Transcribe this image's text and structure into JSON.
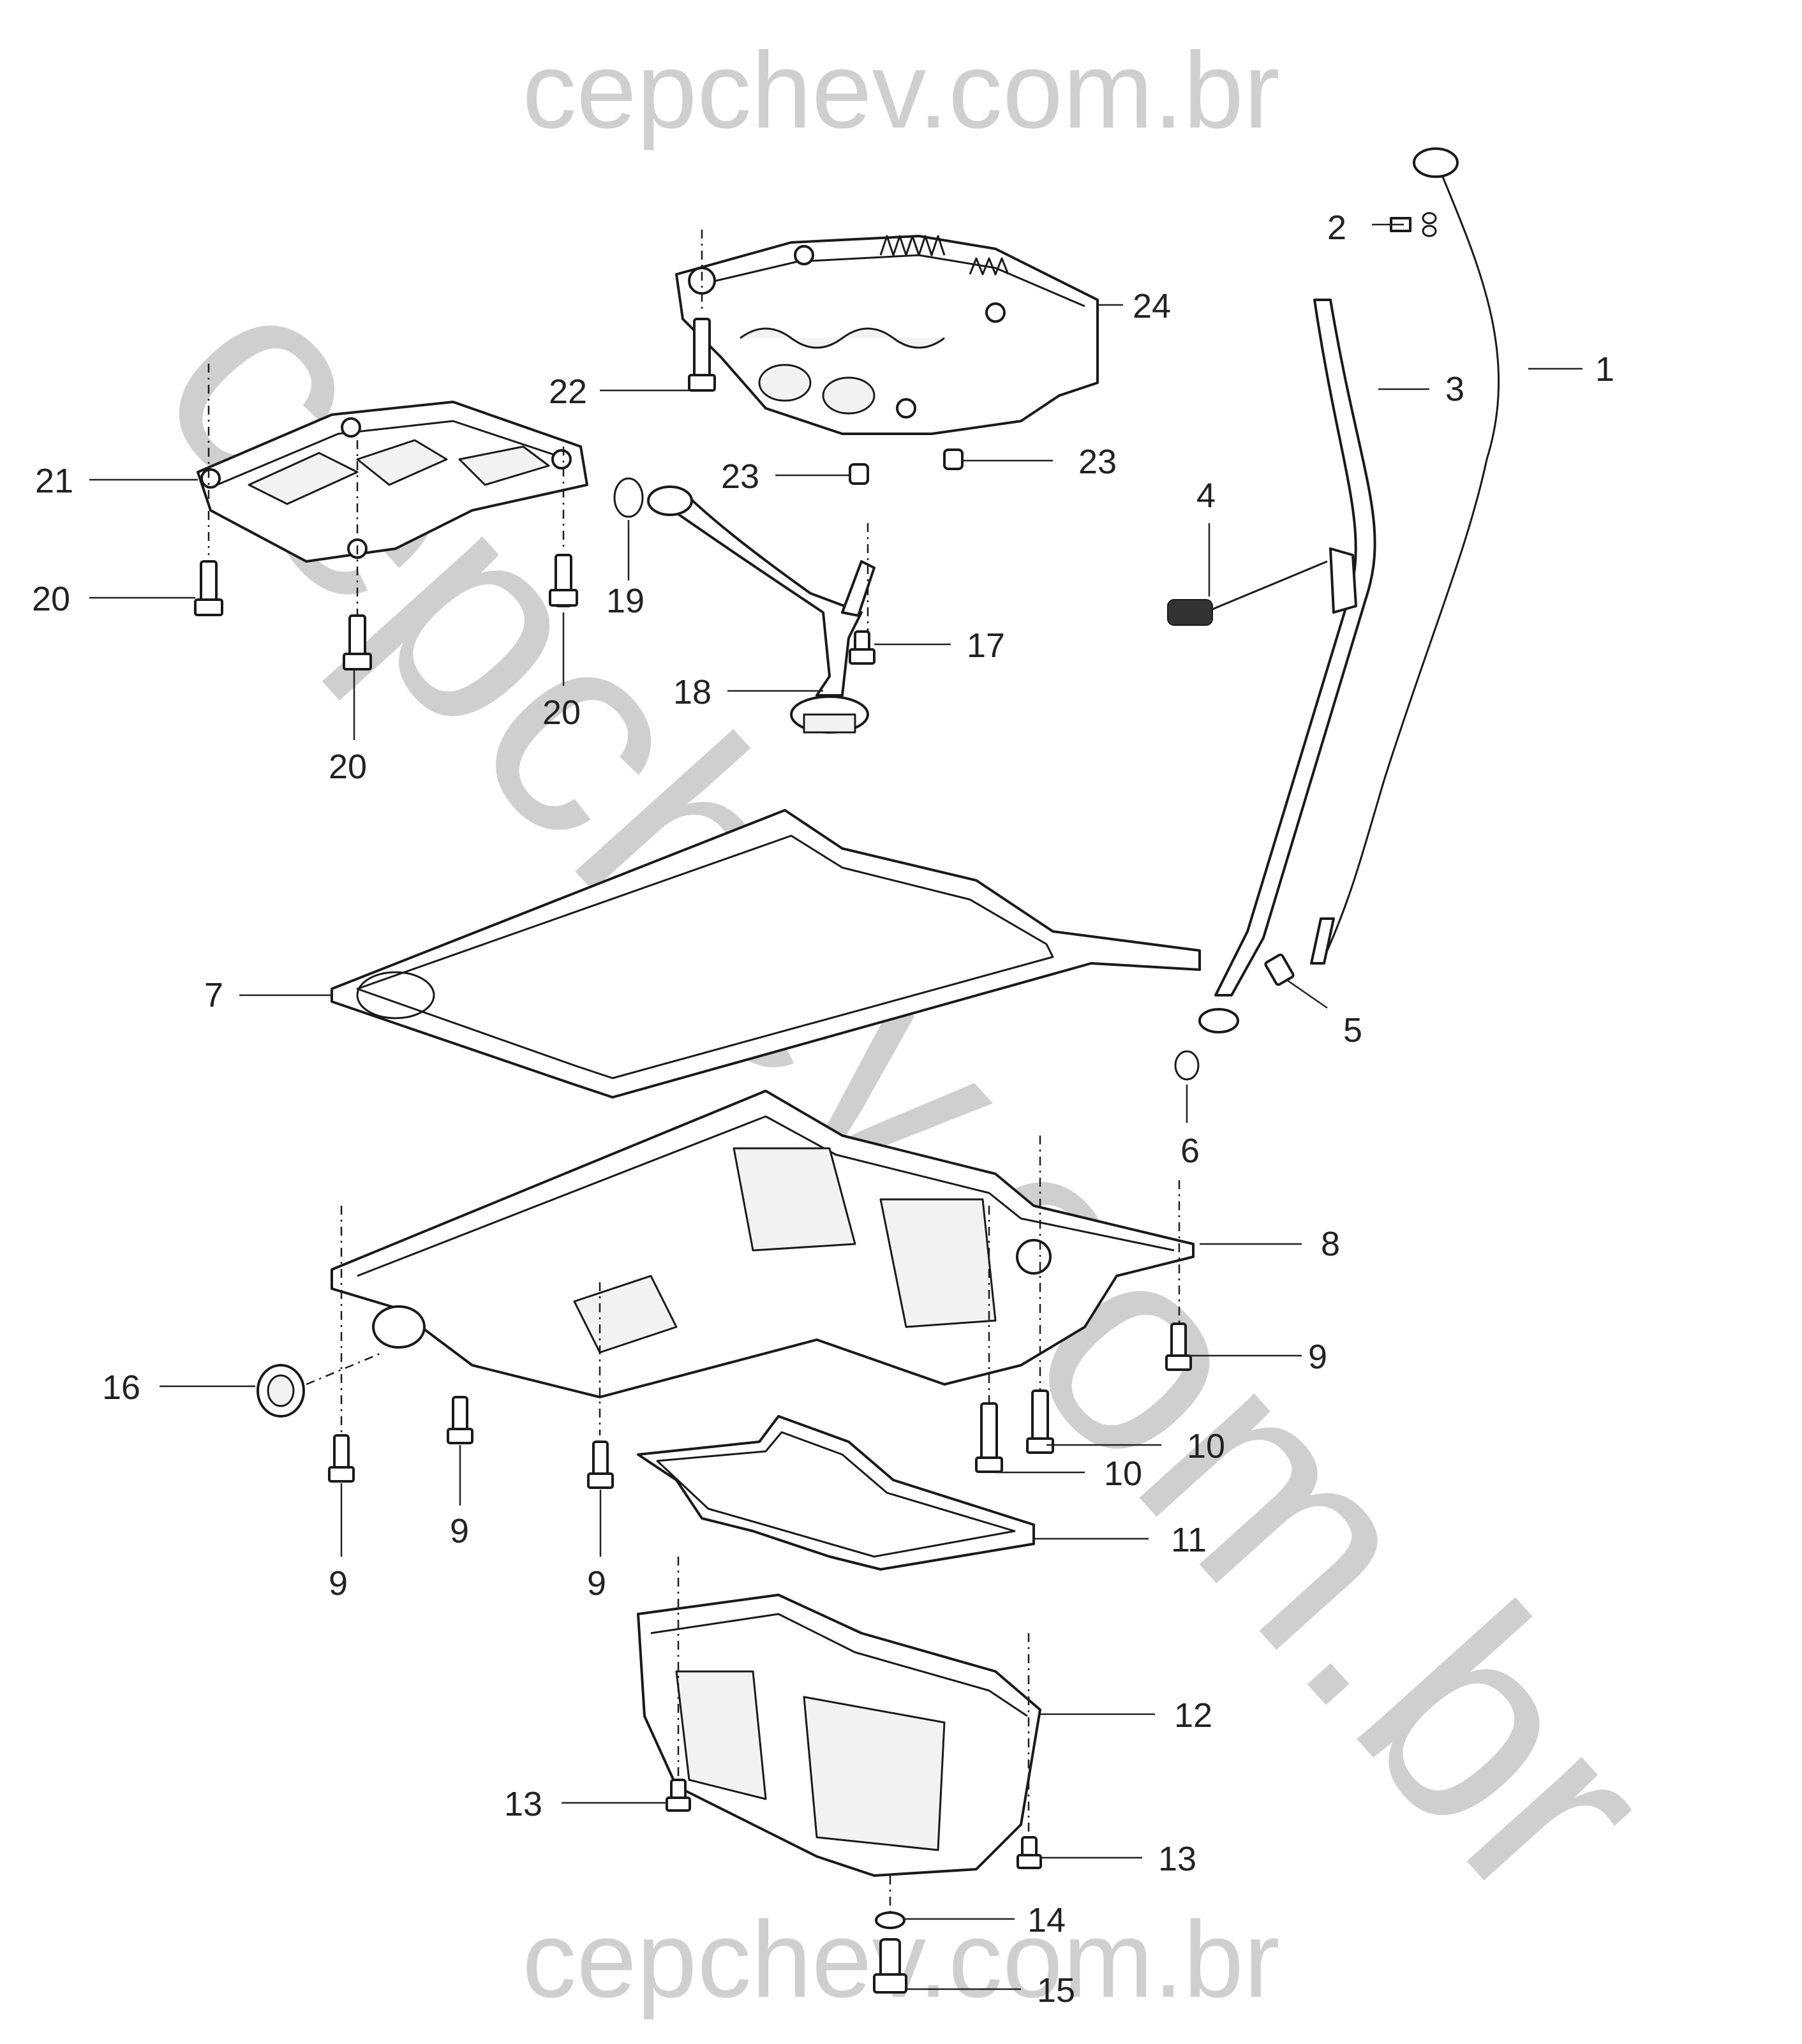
{
  "watermark": {
    "top": "cepchev.com.br",
    "bottom": "cepchev.com.br",
    "diagonal": "cepchev.com.br"
  },
  "callouts": {
    "c1": "1",
    "c2": "2",
    "c3": "3",
    "c4": "4",
    "c5": "5",
    "c6": "6",
    "c7": "7",
    "c8": "8",
    "c9a": "9",
    "c9b": "9",
    "c9c": "9",
    "c9d": "9",
    "c10a": "10",
    "c10b": "10",
    "c11": "11",
    "c12": "12",
    "c13a": "13",
    "c13b": "13",
    "c14": "14",
    "c15": "15",
    "c16": "16",
    "c17": "17",
    "c18": "18",
    "c19": "19",
    "c20a": "20",
    "c20b": "20",
    "c20c": "20",
    "c21": "21",
    "c22": "22",
    "c23a": "23",
    "c23b": "23",
    "c24": "24"
  }
}
